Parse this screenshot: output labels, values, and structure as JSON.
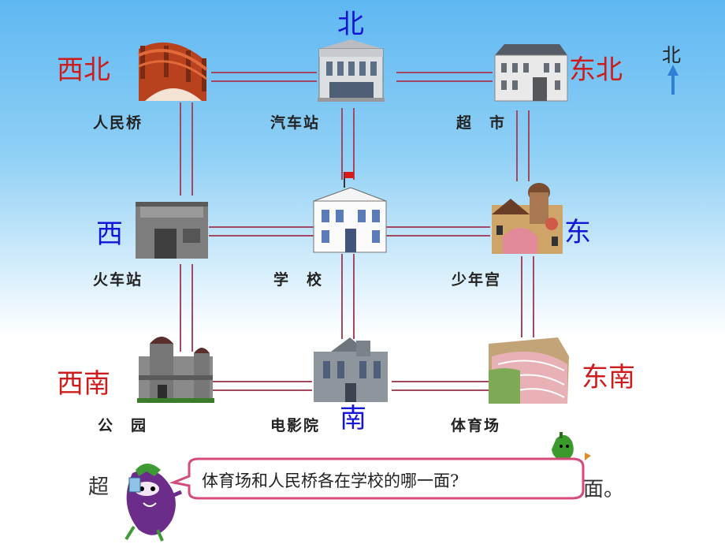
{
  "colors": {
    "intercardinal": "#cc1c1c",
    "cardinal": "#1414d8",
    "road": "#a34861"
  },
  "places": {
    "bridge": "人民桥",
    "bus_station": "汽车站",
    "supermarket": "超　市",
    "train_station": "火车站",
    "school": "学　校",
    "youth_palace": "少年宫",
    "park": "公　园",
    "cinema": "电影院",
    "stadium": "体育场"
  },
  "directions": {
    "north": "北",
    "south": "南",
    "east": "东",
    "west": "西",
    "northwest": "西北",
    "northeast": "东北",
    "southwest": "西南",
    "southeast": "东南"
  },
  "compass": {
    "label": "北",
    "icon": "north-arrow-icon"
  },
  "question": "体育场和人民桥各在学校的哪一面?",
  "partial_text": {
    "left": "超",
    "right": "面。"
  }
}
